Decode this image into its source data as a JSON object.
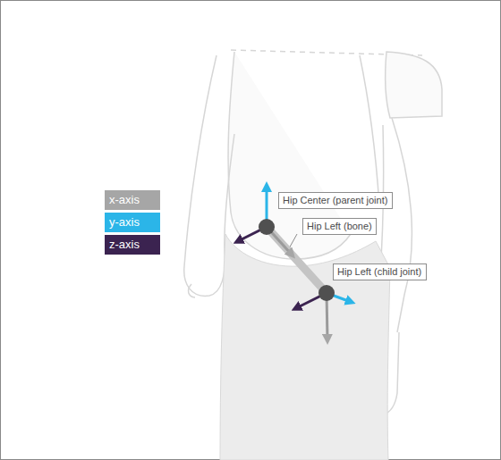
{
  "diagram": {
    "nodes": [
      {
        "text": [
          "Hip Center (parent joint)"
        ]
      },
      {
        "text": [
          "Hip Left (bone)"
        ]
      },
      {
        "text": [
          "Hip Left (child joint)"
        ]
      }
    ],
    "legend": [
      {
        "text": "x-axis",
        "color": "#a6a6a6"
      },
      {
        "text": "y-axis",
        "color": "#2bb5e8"
      },
      {
        "text": "z-axis",
        "color": "#3b2350"
      }
    ]
  }
}
